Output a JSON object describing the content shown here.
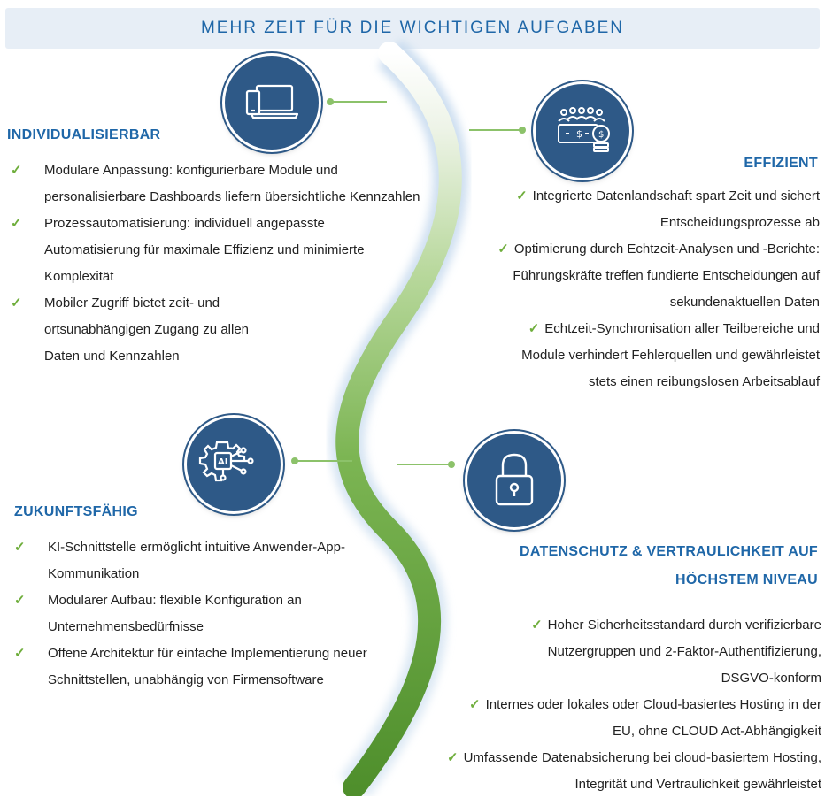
{
  "header": {
    "title": "MEHR ZEIT FÜR DIE WICHTIGEN AUFGABEN"
  },
  "colors": {
    "accent_blue": "#1f67a8",
    "icon_circle": "#2e5987",
    "check_green": "#6fae3c",
    "river_green": "#5d9e38",
    "river_light": "#cbdcec"
  },
  "icons": {
    "devices": "devices-icon",
    "efficiency": "team-money-icon",
    "ai": "ai-chip-gear-icon",
    "security": "padlock-icon"
  },
  "sections": {
    "individual": {
      "heading": "INDIVIDUALISIERBAR",
      "items": [
        [
          "Modulare Anpassung: konfigurierbare Module und",
          "personalisierbare Dashboards liefern übersichtliche Kennzahlen"
        ],
        [
          "Prozessautomatisierung:  individuell angepasste",
          "Automatisierung für maximale Effizienz und minimierte",
          "Komplexität"
        ],
        [
          "Mobiler Zugriff bietet zeit- und",
          "ortsunabhängigen Zugang zu allen",
          "Daten und Kennzahlen"
        ]
      ]
    },
    "efficient": {
      "heading": "EFFIZIENT",
      "items": [
        [
          "Integrierte Datenlandschaft spart Zeit und sichert",
          "Entscheidungsprozesse ab"
        ],
        [
          "Optimierung durch Echtzeit-Analysen und -Berichte:",
          "Führungskräfte treffen fundierte Entscheidungen auf",
          "sekundenaktuellen Daten"
        ],
        [
          "Echtzeit-Synchronisation aller Teilbereiche und",
          "Module verhindert Fehlerquellen und gewährleistet",
          "stets einen reibungslosen Arbeitsablauf"
        ]
      ]
    },
    "future": {
      "heading": "ZUKUNFTSFÄHIG",
      "items": [
        [
          "KI-Schnittstelle ermöglicht intuitive Anwender-App-",
          "Kommunikation"
        ],
        [
          "Modularer Aufbau: flexible Konfiguration an",
          "Unternehmensbedürfnisse"
        ],
        [
          "Offene Architektur für einfache Implementierung neuer",
          "Schnittstellen, unabhängig von Firmensoftware"
        ]
      ]
    },
    "security": {
      "heading_lines": [
        "DATENSCHUTZ & VERTRAULICHKEIT AUF",
        "HÖCHSTEM NIVEAU"
      ],
      "items": [
        [
          "Hoher Sicherheitsstandard durch verifizierbare",
          "Nutzergruppen und 2-Faktor-Authentifizierung,",
          "DSGVO-konform"
        ],
        [
          "Internes oder lokales oder Cloud-basiertes Hosting in der",
          "EU, ohne CLOUD Act-Abhängigkeit"
        ],
        [
          "Umfassende Datenabsicherung bei cloud-basiertem Hosting,",
          "Integrität und Vertraulichkeit gewährleistet"
        ]
      ]
    }
  }
}
